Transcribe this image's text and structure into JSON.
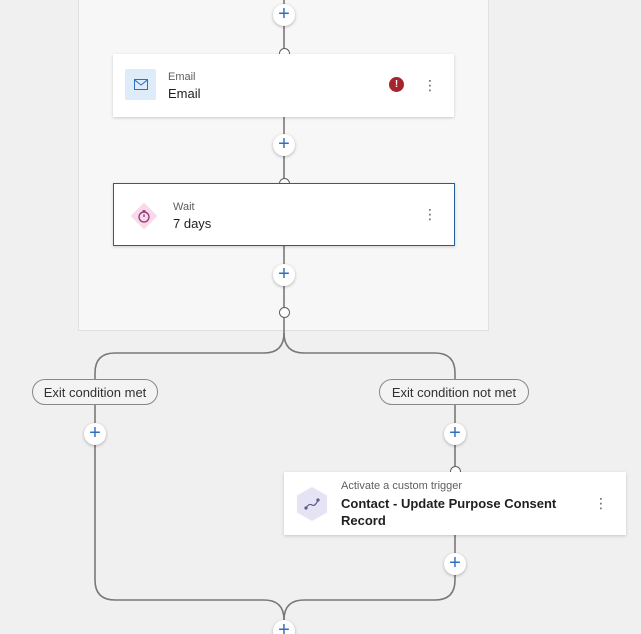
{
  "plus_symbol": "+",
  "more_symbol": "⋮",
  "error_symbol": "!",
  "email_card": {
    "subtitle": "Email",
    "title": "Email",
    "icon": "mail-icon",
    "status": "error-icon"
  },
  "wait_card": {
    "subtitle": "Wait",
    "title": "7 days",
    "icon": "timer-icon"
  },
  "branches": {
    "left_label": "Exit condition met",
    "right_label": "Exit condition not met"
  },
  "trigger_card": {
    "subtitle": "Activate a custom trigger",
    "title_line1": "Contact - Update Purpose Consent",
    "title_line2": "Record",
    "icon": "custom-trigger-icon"
  },
  "colors": {
    "accent": "#2f6fbf",
    "selected_border": "#1f5f9c",
    "error": "#a4262c",
    "connector": "#7a7876",
    "email_icon_bg": "#deecf9",
    "wait_icon_bg": "#f9d9ec",
    "trigger_icon_bg": "#e6e4f4"
  }
}
